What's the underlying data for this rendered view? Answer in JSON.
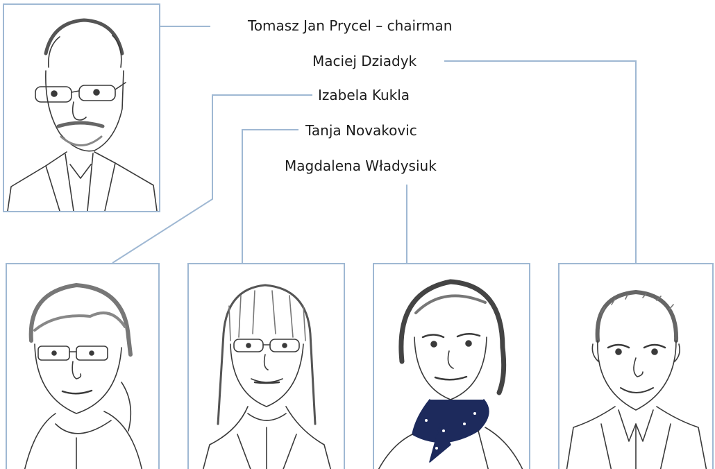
{
  "board_members": [
    {
      "name": "Tomasz Jan Prycel – chairman"
    },
    {
      "name": "Maciej Dziadyk"
    },
    {
      "name": "Izabela Kukla"
    },
    {
      "name": "Tanja Novakovic"
    },
    {
      "name": "Magdalena Władysiuk"
    }
  ],
  "colors": {
    "connector": "#9fb8d3",
    "frame": "#9fb8d3",
    "text": "#1c1c1c",
    "sketch": "#3a3a3a"
  }
}
